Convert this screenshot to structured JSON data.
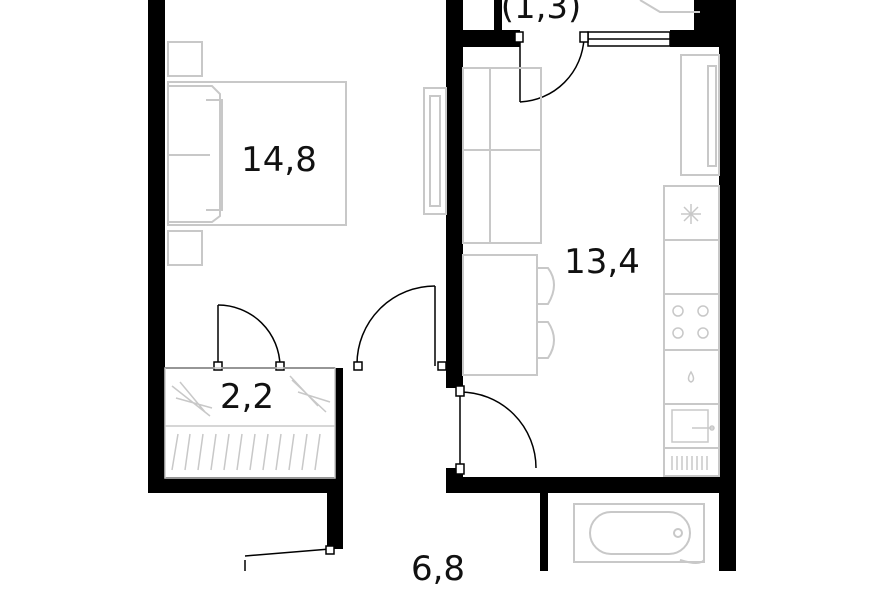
{
  "rooms": {
    "bedroom": {
      "area": "14,8"
    },
    "kitchen_living": {
      "area": "13,4"
    },
    "wardrobe": {
      "area": "2,2"
    },
    "hallway": {
      "area": "6,8"
    },
    "balcony": {
      "area": "(1,3)"
    }
  },
  "colors": {
    "wall": "#000000",
    "furniture": "#c8c8c8",
    "background": "#ffffff"
  }
}
